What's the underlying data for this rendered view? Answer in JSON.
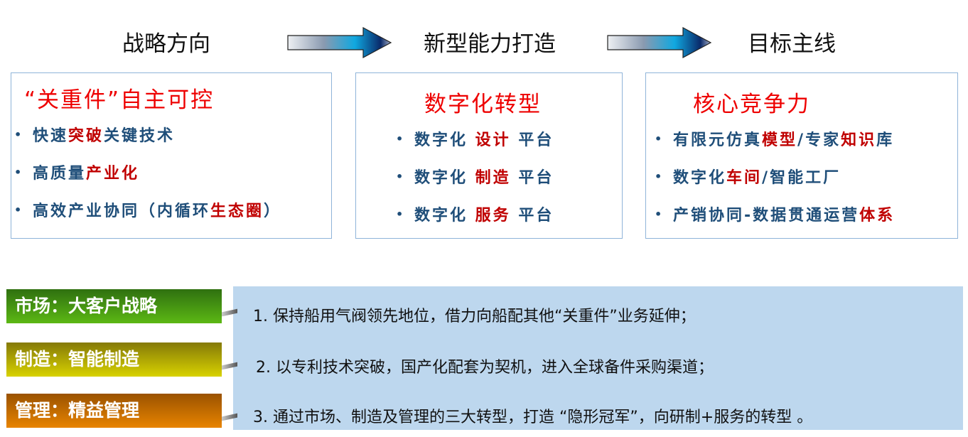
{
  "headers": [
    "战略方向",
    "新型能力打造",
    "目标主线"
  ],
  "boxes": [
    {
      "title": "“关重件”自主可控",
      "items": [
        [
          {
            "t": "快速",
            "r": false
          },
          {
            "t": "突破",
            "r": true
          },
          {
            "t": "关键技术",
            "r": false
          }
        ],
        [
          {
            "t": "高质量",
            "r": false
          },
          {
            "t": "产业化",
            "r": true
          }
        ],
        [
          {
            "t": "高效产业协同（内循环",
            "r": false
          },
          {
            "t": "生态圈",
            "r": true
          },
          {
            "t": "）",
            "r": false
          }
        ]
      ]
    },
    {
      "title": "数字化转型",
      "items": [
        [
          {
            "t": "数字化 ",
            "r": false
          },
          {
            "t": "设计",
            "r": true
          },
          {
            "t": " 平台",
            "r": false
          }
        ],
        [
          {
            "t": "数字化 ",
            "r": false
          },
          {
            "t": "制造",
            "r": true
          },
          {
            "t": " 平台",
            "r": false
          }
        ],
        [
          {
            "t": "数字化 ",
            "r": false
          },
          {
            "t": "服务",
            "r": true
          },
          {
            "t": " 平台",
            "r": false
          }
        ]
      ]
    },
    {
      "title": "核心竞争力",
      "items": [
        [
          {
            "t": "有限元仿真",
            "r": false
          },
          {
            "t": "模型",
            "r": true
          },
          {
            "t": "/专家",
            "r": false
          },
          {
            "t": "知识",
            "r": true
          },
          {
            "t": "库",
            "r": false
          }
        ],
        [
          {
            "t": "数字化",
            "r": false
          },
          {
            "t": "车间",
            "r": true
          },
          {
            "t": "/智能工厂",
            "r": false
          }
        ],
        [
          {
            "t": "产销协同-数据贯通运营",
            "r": false
          },
          {
            "t": "体系",
            "r": true
          }
        ]
      ]
    }
  ],
  "bullet": "•",
  "tags": [
    "市场：大客户战略",
    "制造：智能制造",
    "管理：精益管理"
  ],
  "tag_colors": [
    [
      "#2f7010",
      "#5cb814"
    ],
    [
      "#857a08",
      "#d8d200"
    ],
    [
      "#9a5200",
      "#e88400"
    ]
  ],
  "points": [
    "1.  保持船用气阀领先地位，借力向船配其他“关重件”业务延伸；",
    "2.  以专利技术突破，国产化配套为契机，进入全球备件采购渠道；",
    "3.  通过市场、制造及管理的三大转型，打造 “隐形冠军”，向研制+服务的转型 。"
  ]
}
